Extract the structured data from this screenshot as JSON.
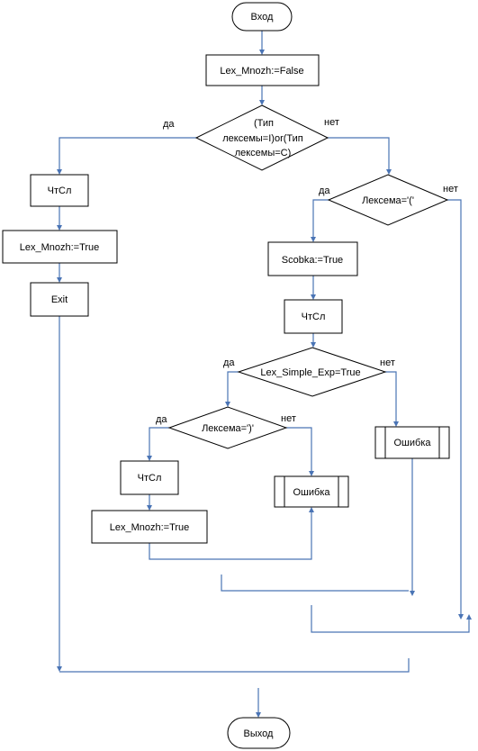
{
  "colors": {
    "line": "#4a74b5",
    "shape_stroke": "#000000",
    "text": "#000000"
  },
  "labels": {
    "yes": "да",
    "no": "нет"
  },
  "nodes": {
    "start": "Вход",
    "assign_false": "Lex_Mnozh:=False",
    "cond_type": [
      "(Тип",
      "лексемы=I)or(Тип",
      "лексемы=C)"
    ],
    "read_left": "ЧтСл",
    "assign_true_left": "Lex_Mnozh:=True",
    "exit": "Exit",
    "cond_paren_open": "Лексема='('",
    "assign_scobka": "Scobka:=True",
    "read_mid": "ЧтСл",
    "cond_simple_exp": "Lex_Simple_Exp=True",
    "cond_paren_close": "Лексема=')'",
    "read_inner": "ЧтСл",
    "assign_true_inner": "Lex_Mnozh:=True",
    "error_inner": "Ошибка",
    "error_outer": "Ошибка",
    "end": "Выход"
  }
}
